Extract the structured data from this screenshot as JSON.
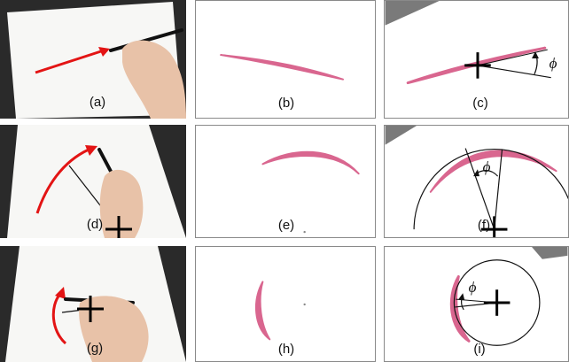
{
  "panels": [
    {
      "id": "a",
      "label": "(a)",
      "kind": "photo",
      "motion": "straight"
    },
    {
      "id": "b",
      "label": "(b)",
      "kind": "stroke",
      "motion": "straight"
    },
    {
      "id": "c",
      "label": "(c)",
      "kind": "analysis",
      "motion": "straight"
    },
    {
      "id": "d",
      "label": "(d)",
      "kind": "photo",
      "motion": "arc"
    },
    {
      "id": "e",
      "label": "(e)",
      "kind": "stroke",
      "motion": "arc"
    },
    {
      "id": "f",
      "label": "(f)",
      "kind": "analysis",
      "motion": "arc"
    },
    {
      "id": "g",
      "label": "(g)",
      "kind": "photo",
      "motion": "rotation"
    },
    {
      "id": "h",
      "label": "(h)",
      "kind": "stroke",
      "motion": "rotation"
    },
    {
      "id": "i",
      "label": "(i)",
      "kind": "analysis",
      "motion": "rotation"
    }
  ],
  "annotations": {
    "angle_symbol": "ϕ"
  },
  "colors": {
    "motion_arrow": "#e31414",
    "stroke": "#d9668f",
    "photo_background": "#2a2a2a",
    "paper": "#f7f7f5",
    "skin": "#e8c2a8",
    "marker": "#000000",
    "gray_corner": "#7a7a7a"
  }
}
